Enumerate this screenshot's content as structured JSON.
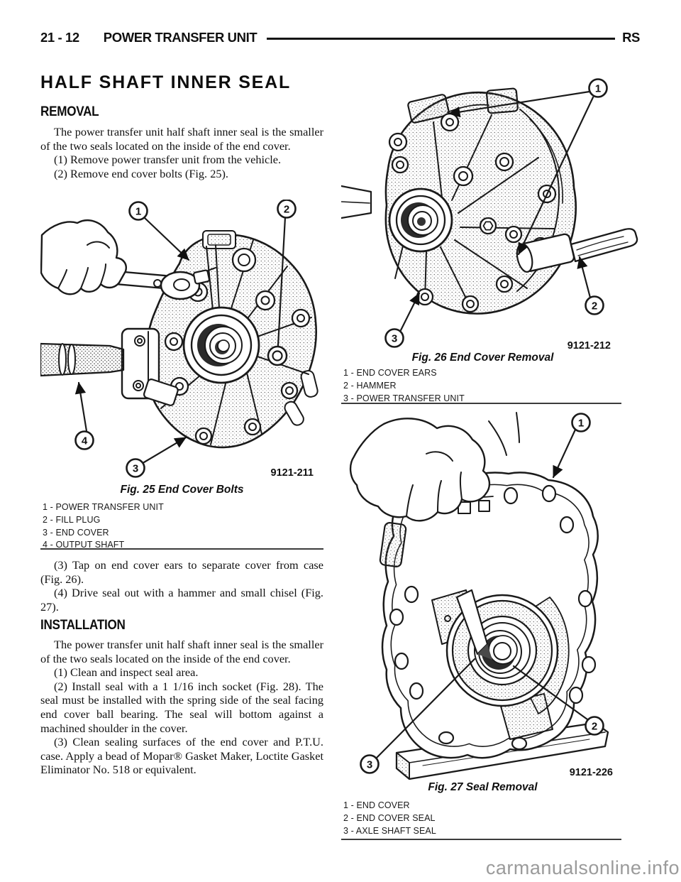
{
  "page": {
    "header": {
      "page_code": "21 - 12",
      "section": "POWER TRANSFER UNIT",
      "vehicle_code": "RS"
    },
    "watermark": "carmanualsonline.info"
  },
  "article": {
    "title": "HALF SHAFT INNER SEAL",
    "removal": {
      "heading": "REMOVAL",
      "intro": "The power transfer unit half shaft inner seal is the smaller of the two seals located on the inside of the end cover.",
      "step1": "(1) Remove power transfer unit from the vehicle.",
      "step2": "(2) Remove end cover bolts (Fig. 25).",
      "step3": "(3) Tap on end cover ears to separate cover from case (Fig. 26).",
      "step4": "(4) Drive seal out with a hammer and small chisel (Fig. 27)."
    },
    "installation": {
      "heading": "INSTALLATION",
      "intro": "The power transfer unit half shaft inner seal is the smaller of the two seals located on the inside of the end cover.",
      "step1": "(1) Clean and inspect seal area.",
      "step2": "(2) Install seal with a 1 1/16 inch socket (Fig. 28). The seal must be installed with the spring side of the seal facing end cover ball bearing. The seal will bottom against a machined shoulder in the cover.",
      "step3": "(3) Clean sealing surfaces of the end cover and P.T.U. case. Apply a bead of Mopar® Gasket Maker, Loctite Gasket Eliminator No. 518 or equivalent."
    }
  },
  "figures": {
    "fig25": {
      "caption": "Fig. 25 End Cover Bolts",
      "image_code": "9121-211",
      "callouts": [
        "1",
        "2",
        "3",
        "4"
      ],
      "legend": [
        "1 - POWER TRANSFER UNIT",
        "2 - FILL PLUG",
        "3 - END COVER",
        "4 - OUTPUT SHAFT"
      ]
    },
    "fig26": {
      "caption": "Fig. 26 End Cover Removal",
      "image_code": "9121-212",
      "callouts": [
        "1",
        "2",
        "3"
      ],
      "legend": [
        "1 - END COVER EARS",
        "2 - HAMMER",
        "3 - POWER TRANSFER UNIT"
      ]
    },
    "fig27": {
      "caption": "Fig. 27 Seal Removal",
      "image_code": "9121-226",
      "callouts": [
        "1",
        "2",
        "3"
      ],
      "legend": [
        "1 - END COVER",
        "2 - END COVER SEAL",
        "3 - AXLE SHAFT SEAL"
      ]
    }
  }
}
